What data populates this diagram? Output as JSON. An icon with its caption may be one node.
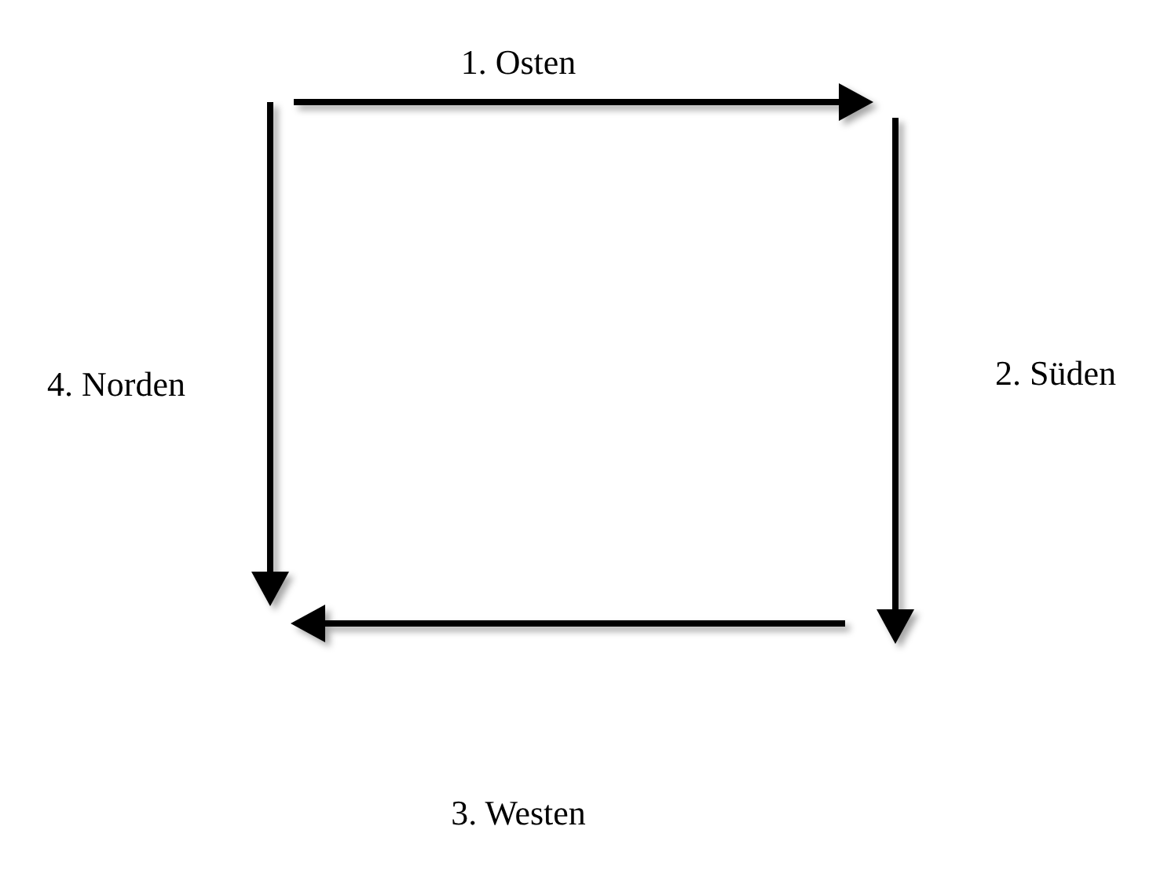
{
  "diagram": {
    "labels": [
      "1. Osten",
      "4. Norden",
      "2. Süden",
      "3. Westen"
    ]
  }
}
